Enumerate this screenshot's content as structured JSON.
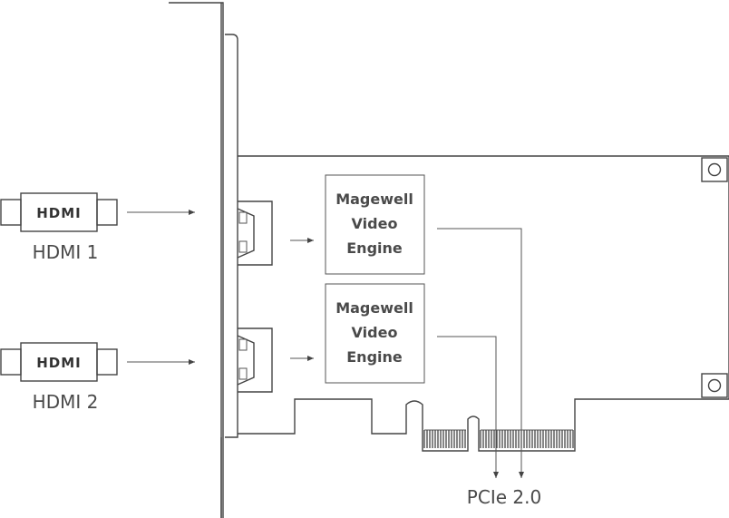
{
  "inputs": [
    {
      "logo": "HDMI",
      "label": "HDMI 1"
    },
    {
      "logo": "HDMI",
      "label": "HDMI 2"
    }
  ],
  "engines": [
    {
      "lines": [
        "Magewell",
        "Video",
        "Engine"
      ]
    },
    {
      "lines": [
        "Magewell",
        "Video",
        "Engine"
      ]
    }
  ],
  "bus": {
    "label": "PCIe 2.0"
  },
  "colors": {
    "stroke": "#444444",
    "text": "#4a4a4a",
    "background": "#ffffff"
  }
}
